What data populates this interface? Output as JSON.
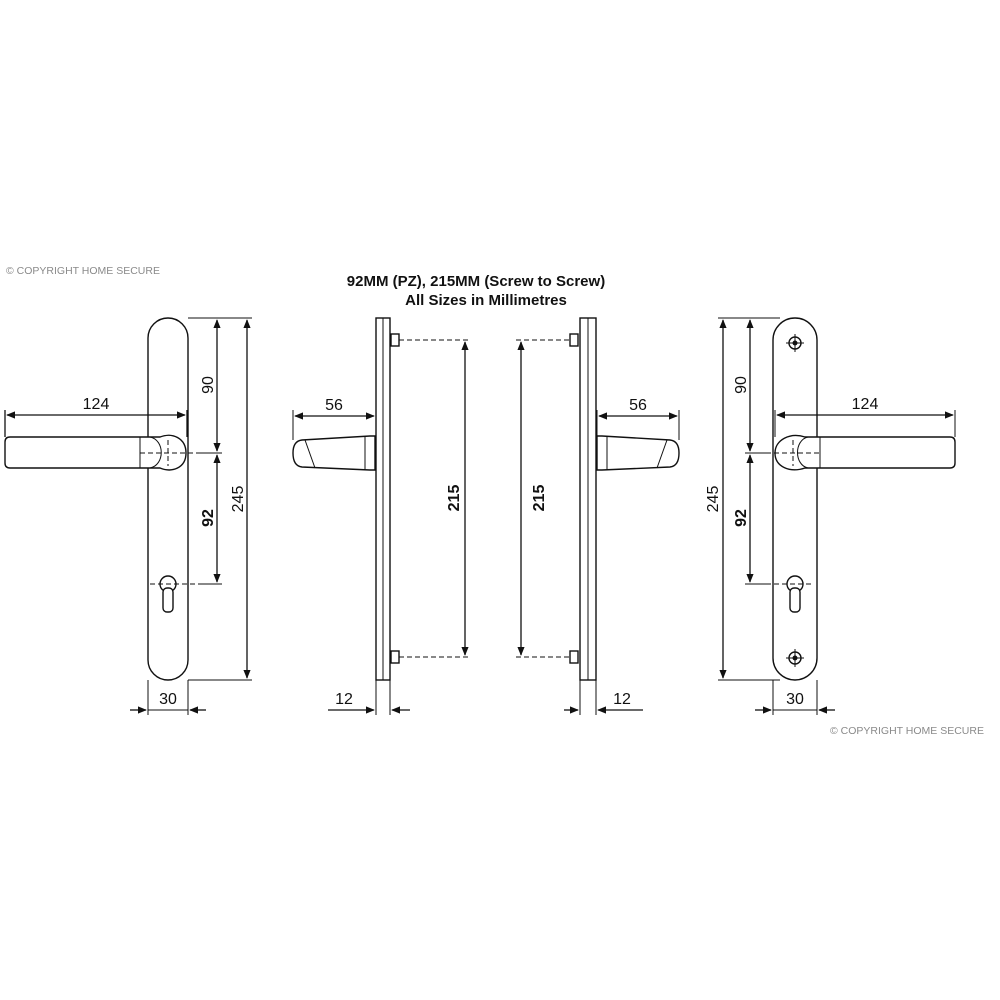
{
  "title": {
    "line1": "92MM (PZ), 215MM (Screw to Screw)",
    "line2": "All Sizes in Millimetres"
  },
  "copyright": "© COPYRIGHT HOME SECURE",
  "dimensions": {
    "lever_length": "124",
    "handle_to_top": "90",
    "centres_pz": "92",
    "plate_height": "245",
    "plate_width": "30",
    "lever_projection": "56",
    "screw_to_screw": "215",
    "plate_thickness": "12"
  }
}
